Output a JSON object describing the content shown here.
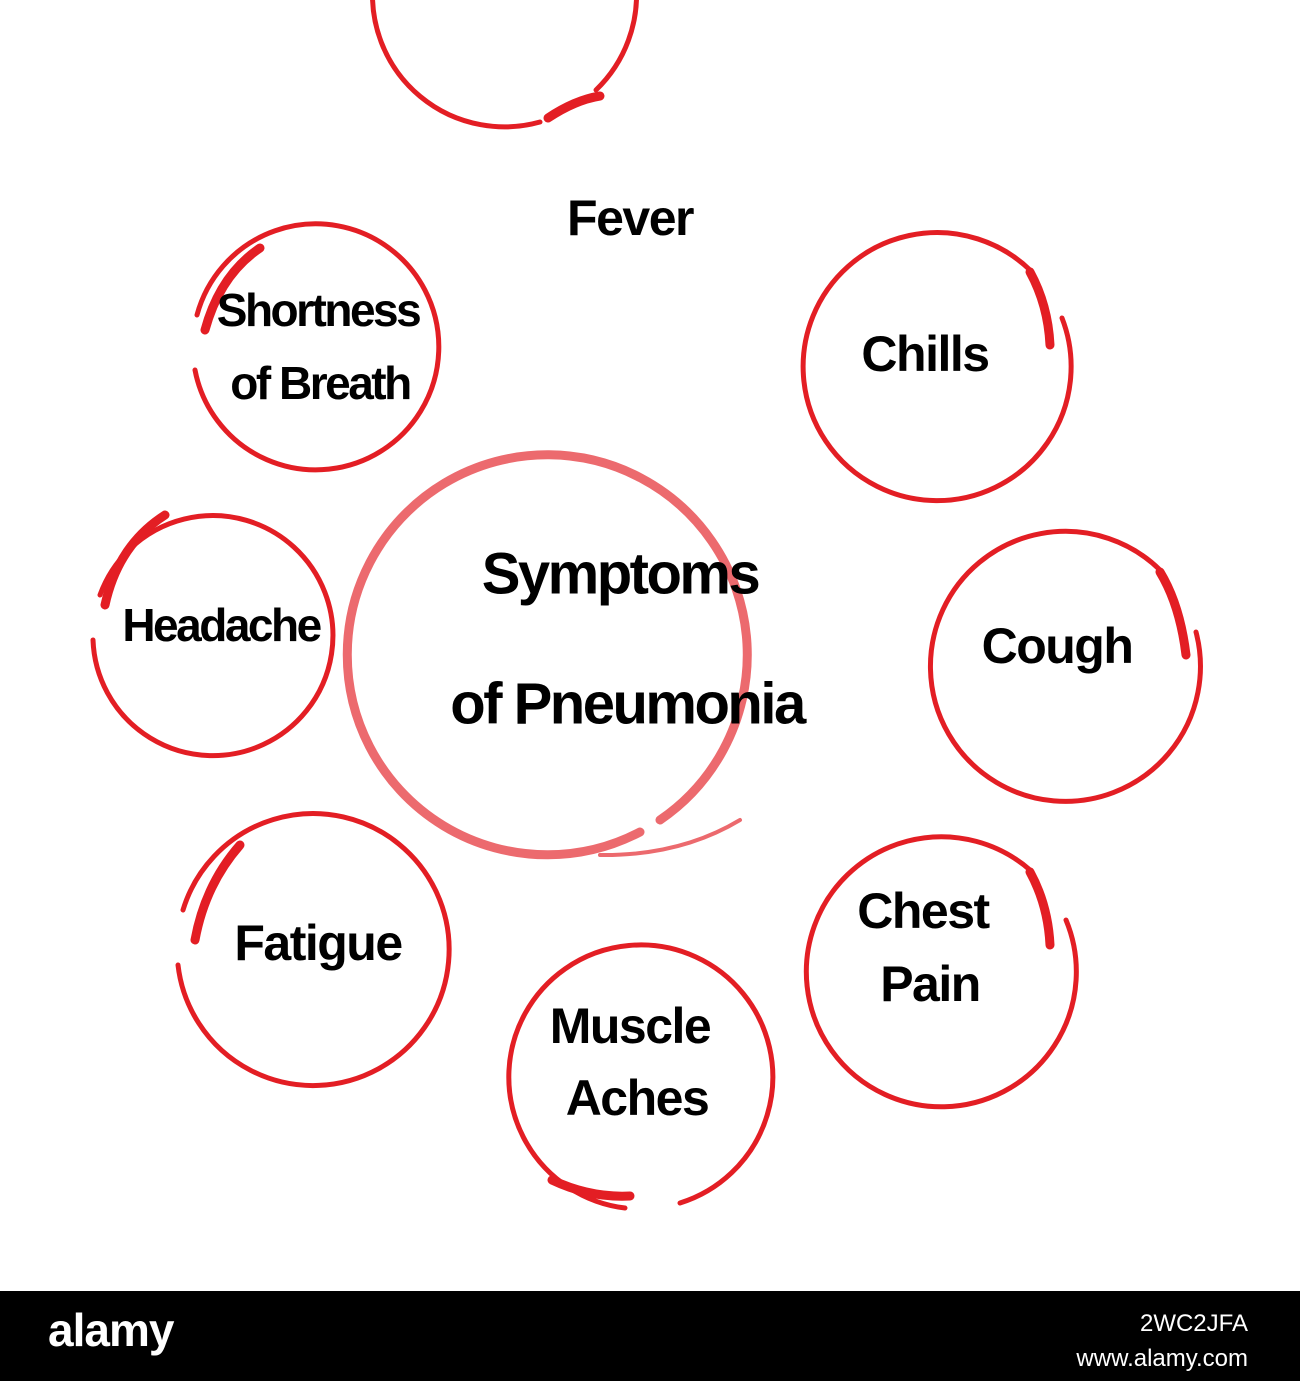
{
  "diagram": {
    "center": {
      "lines": [
        "Symptoms",
        "of Pneumonia"
      ]
    },
    "symptoms": [
      {
        "id": "fever",
        "lines": [
          "Fever"
        ]
      },
      {
        "id": "chills",
        "lines": [
          "Chills"
        ]
      },
      {
        "id": "cough",
        "lines": [
          "Cough"
        ]
      },
      {
        "id": "chest-pain",
        "lines": [
          "Chest",
          "Pain"
        ]
      },
      {
        "id": "muscle-aches",
        "lines": [
          "Muscle",
          "Aches"
        ]
      },
      {
        "id": "fatigue",
        "lines": [
          "Fatigue"
        ]
      },
      {
        "id": "headache",
        "lines": [
          "Headache"
        ]
      },
      {
        "id": "shortness-of-breath",
        "lines": [
          "Shortness",
          "of Breath"
        ]
      }
    ]
  },
  "colors": {
    "ring_red": "#e31e24",
    "center_ring": "#ec6a6e",
    "footer_bg": "#000000",
    "footer_text": "#ffffff"
  },
  "footer": {
    "logo": "alamy",
    "image_id": "2WC2JFA",
    "url": "www.alamy.com"
  }
}
